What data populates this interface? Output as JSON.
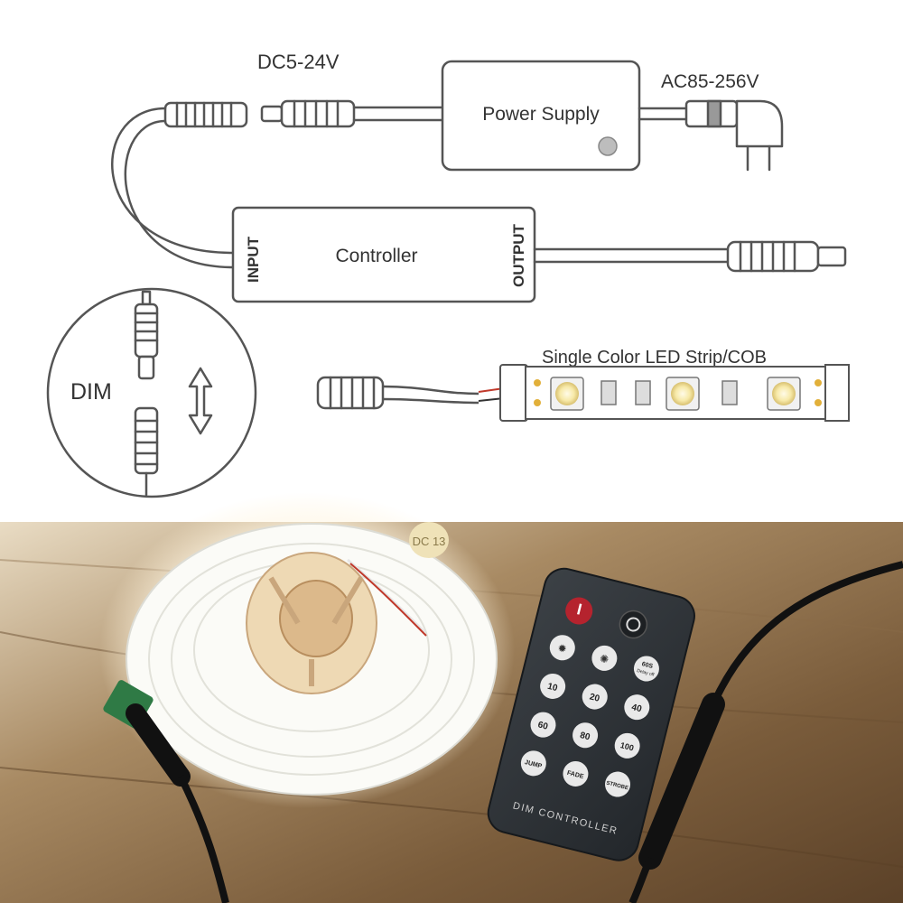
{
  "diagram": {
    "dc_voltage_label": "DC5-24V",
    "ac_voltage_label": "AC85-256V",
    "power_supply_label": "Power Supply",
    "controller_label": "Controller",
    "input_label": "INPUT",
    "output_label": "OUTPUT",
    "strip_label": "Single Color LED Strip/COB",
    "dim_label": "DIM"
  },
  "photo": {
    "remote_label": "DIM CONTROLLER",
    "reel_label": "DC 13",
    "buttons": [
      {
        "id": "on-off",
        "label": ""
      },
      {
        "id": "power",
        "label": ""
      },
      {
        "id": "brightness-up",
        "label": ""
      },
      {
        "id": "brightness-down",
        "label": ""
      },
      {
        "id": "delay-off",
        "label": "60S Delay off"
      },
      {
        "id": "level-10",
        "label": "10"
      },
      {
        "id": "level-20",
        "label": "20"
      },
      {
        "id": "level-40",
        "label": "40"
      },
      {
        "id": "level-60",
        "label": "60"
      },
      {
        "id": "level-80",
        "label": "80"
      },
      {
        "id": "level-100",
        "label": "100"
      },
      {
        "id": "jump",
        "label": "JUMP"
      },
      {
        "id": "fade",
        "label": "FADE"
      },
      {
        "id": "strobe",
        "label": "STROBE"
      }
    ]
  },
  "colors": {
    "line": "#555555",
    "text": "#333333",
    "wood": "#8a6a45",
    "remote": "#2e3236",
    "red_button": "#b5232e"
  }
}
